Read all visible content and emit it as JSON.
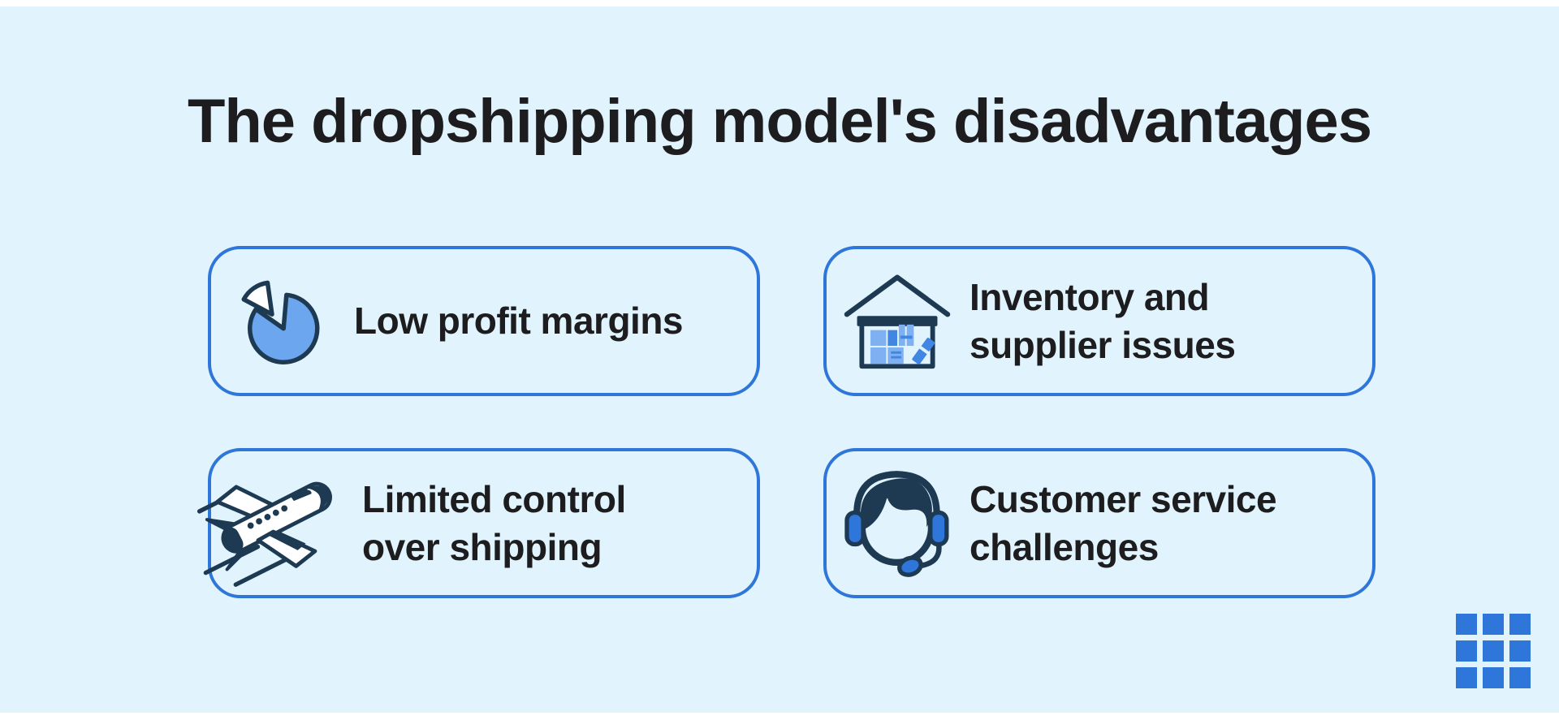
{
  "page": {
    "title": "The dropshipping model's disadvantages",
    "background_color": "#e1f3fc",
    "accent_blue": "#2e76d9",
    "icon_navy": "#1d3a52",
    "icon_light_blue": "#7fb1f2",
    "pie_blue": "#6ba6ef",
    "text_color": "#1d1d1f"
  },
  "cards": [
    {
      "icon": "pie-chart-icon",
      "label": "Low profit margins",
      "lines": [
        "Low profit margins"
      ]
    },
    {
      "icon": "warehouse-icon",
      "label": "Inventory and supplier issues",
      "lines": [
        "Inventory and",
        "supplier issues"
      ]
    },
    {
      "icon": "airplane-icon",
      "label": "Limited control over shipping",
      "lines": [
        "Limited control",
        "over shipping"
      ]
    },
    {
      "icon": "headset-agent-icon",
      "label": "Customer service challenges",
      "lines": [
        "Customer service",
        "challenges"
      ]
    }
  ],
  "logo": {
    "name": "grid-logo",
    "color": "#2e76d9"
  }
}
